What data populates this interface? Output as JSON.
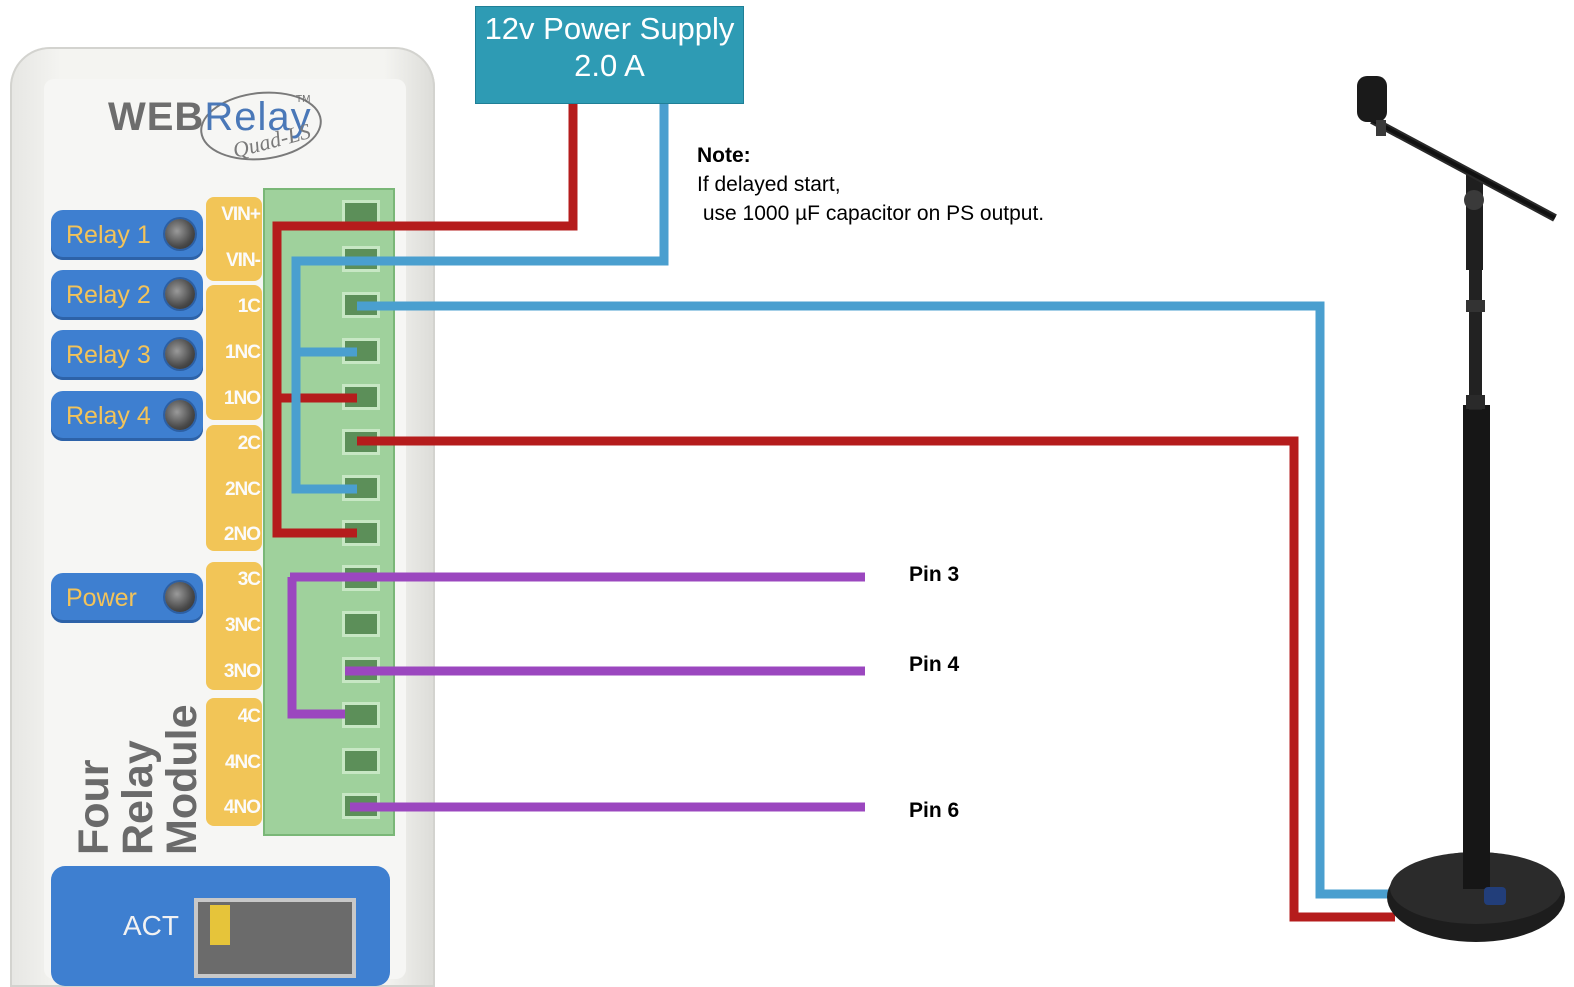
{
  "power_supply": {
    "line1": "12v Power Supply",
    "line2": "2.0 A"
  },
  "note": {
    "title": "Note:",
    "line1": "If delayed start,",
    "line2": " use 1000 µF capacitor on PS output."
  },
  "module": {
    "logo_web": "WEB",
    "logo_relay": "Relay",
    "logo_sub": "Quad-LS",
    "logo_tm": "TM",
    "title_line1": "Four Relay",
    "title_line2": "Module",
    "buttons": [
      "Relay 1",
      "Relay 2",
      "Relay 3",
      "Relay 4"
    ],
    "power_button": "Power",
    "act_label": "ACT",
    "terminals": [
      "VIN+",
      "VIN-",
      "1C",
      "1NC",
      "1NO",
      "2C",
      "2NC",
      "2NO",
      "3C",
      "3NC",
      "3NO",
      "4C",
      "4NC",
      "4NO"
    ]
  },
  "pins": {
    "pin3": "Pin 3",
    "pin4": "Pin 4",
    "pin6": "Pin 6"
  },
  "colors": {
    "red_wire": "#b51c1c",
    "blue_wire": "#4a9fcf",
    "purple_wire": "#9b47bf",
    "psu_fill": "#2e9bb4",
    "module_blue": "#3e7fd0",
    "terminal_green": "#9fd19c",
    "label_yellow": "#f2c557"
  }
}
